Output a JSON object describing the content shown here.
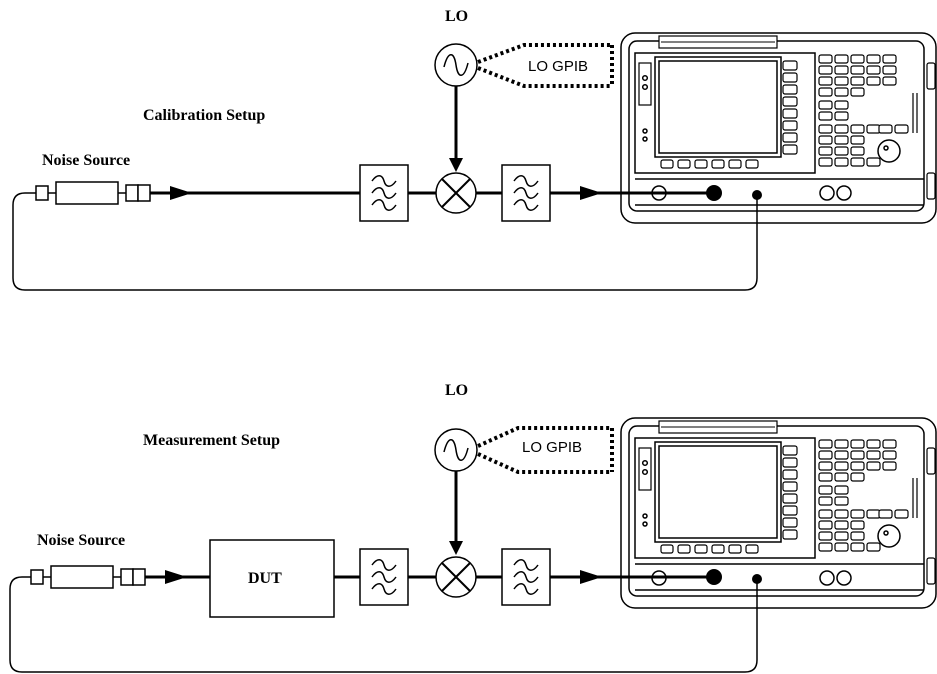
{
  "diagram": {
    "calibration": {
      "title": "Calibration Setup",
      "lo_label": "LO",
      "gpib_label": "LO GPIB",
      "noise_source_label": "Noise Source"
    },
    "measurement": {
      "title": "Measurement Setup",
      "lo_label": "LO",
      "gpib_label": "LO GPIB",
      "noise_source_label": "Noise Source",
      "dut_label": "DUT"
    }
  }
}
